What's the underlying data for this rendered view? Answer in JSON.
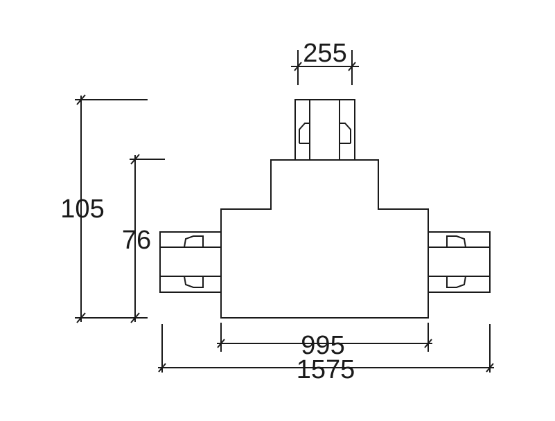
{
  "dimensions": {
    "top_width": "255",
    "total_height": "105",
    "body_height": "76",
    "body_width": "995",
    "total_width": "1575"
  },
  "colors": {
    "line": "#1a1a1a",
    "background": "#ffffff"
  }
}
